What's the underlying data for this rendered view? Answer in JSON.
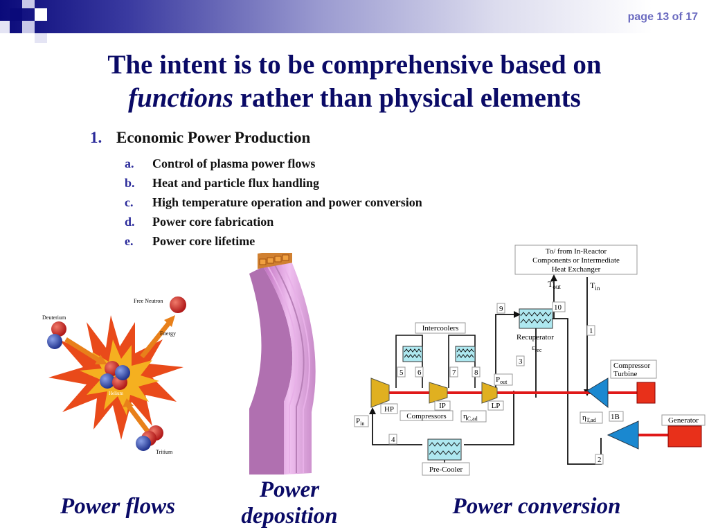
{
  "header": {
    "page_indicator": "page 13 of 17"
  },
  "slide": {
    "title_line1": "The intent is to be comprehensive based on",
    "title_emph": "functions",
    "title_line2_rest": " rather than physical elements"
  },
  "outline": {
    "item1_num": "1.",
    "item1_label": "Economic Power Production",
    "subitems": [
      {
        "letter": "a.",
        "label": "Control of plasma power flows"
      },
      {
        "letter": "b.",
        "label": "Heat and particle flux handling"
      },
      {
        "letter": "c.",
        "label": "High temperature operation and power conversion"
      },
      {
        "letter": "d.",
        "label": "Power core fabrication"
      },
      {
        "letter": "e.",
        "label": "Power core lifetime"
      }
    ]
  },
  "fusion_figure": {
    "deuterium": "Deuterium",
    "free_neutron": "Free Neutron",
    "energy": "Energy",
    "helium": "Helium",
    "tritium": "Tritium"
  },
  "cycle_diagram": {
    "source_box": "To/ from In-Reactor Components or Intermediate Heat Exchanger",
    "source_line1": "To/ from In-Reactor",
    "source_line2": "Components or Intermediate",
    "source_line3": "Heat Exchanger",
    "t_out": "T",
    "t_out_sub": "out",
    "t_in": "T",
    "t_in_sub": "in",
    "intercoolers": "Intercoolers",
    "recuperator": "Recuperator",
    "eps": "ε",
    "eps_sub": "rec",
    "compressor_turbine_1": "Compressor",
    "compressor_turbine_2": "Turbine",
    "generator": "Generator",
    "hp": "HP",
    "ip": "IP",
    "lp": "LP",
    "compressors": "Compressors",
    "eta": "η",
    "eta_c_sub": "C,ad",
    "eta_t_sub": "T,ad",
    "p_out": "P",
    "p_out_sub": "out",
    "p_in": "P",
    "p_in_sub": "in",
    "pre_cooler": "Pre-Cooler",
    "n1": "1",
    "n1b": "1B",
    "n2": "2",
    "n3": "3",
    "n4": "4",
    "n5": "5",
    "n6": "6",
    "n7": "7",
    "n8": "8",
    "n9": "9",
    "n10": "10"
  },
  "captions": {
    "power_flows": "Power flows",
    "power_deposition_1": "Power",
    "power_deposition_2": "deposition",
    "power_conversion": "Power conversion"
  }
}
